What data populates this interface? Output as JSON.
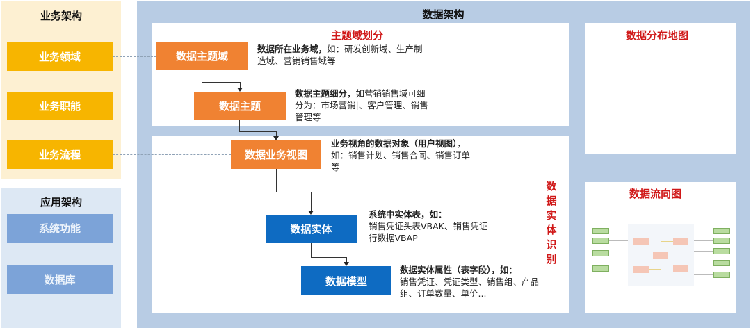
{
  "business_arch": {
    "title": "业务架构",
    "items": [
      {
        "label": "业务领域"
      },
      {
        "label": "业务职能"
      },
      {
        "label": "业务流程"
      }
    ]
  },
  "app_arch": {
    "title": "应用架构",
    "items": [
      {
        "label": "系统功能"
      },
      {
        "label": "数据库"
      }
    ]
  },
  "data_arch": {
    "title": "数据架构",
    "subject_section": {
      "title": "主题域划分"
    },
    "entity_section": {
      "title": "数据实体识别"
    },
    "flow": [
      {
        "label": "数据主题域",
        "desc_bold": "数据所在业务域，",
        "desc": "如：研发创新域、生产制造域、营销销售域等",
        "color": "#f08232"
      },
      {
        "label": "数据主题",
        "desc_bold": "数据主题细分，",
        "desc": "如营销销售域可细分为：市场营销|、客户管理、销售管理等",
        "color": "#f08232"
      },
      {
        "label": "数据业务视图",
        "desc_bold": "业务视角的数据对象（用户视图）",
        "desc": "，如：销售计划、销售合同、销售订单等",
        "color": "#f08232"
      },
      {
        "label": "数据实体",
        "desc_bold": "系统中实体表，如：",
        "desc": "销售凭证头表VBAK、销售凭证行数据VBAP",
        "color": "#0e6bc2"
      },
      {
        "label": "数据模型",
        "desc_bold": "数据实体属性（表字段），如：",
        "desc": "销售凭证、凭证类型、销售组、产品组、订单数量、单价...",
        "color": "#0e6bc2"
      }
    ],
    "distribution_map": {
      "title": "数据分布地图"
    },
    "flow_diagram": {
      "title": "数据流向图"
    }
  },
  "colors": {
    "business_bg": "#fdf0d2",
    "business_item": "#f7b500",
    "app_bg": "#dde8f4",
    "app_item": "#7ca3d8",
    "data_bg": "#b8cce4",
    "orange": "#f08232",
    "blue": "#0e6bc2",
    "red_title": "#d01818"
  }
}
